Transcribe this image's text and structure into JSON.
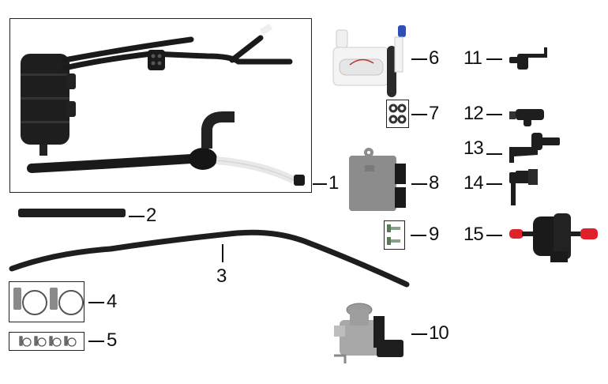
{
  "diagram": {
    "type": "exploded-parts-diagram",
    "subject": "fuel system components",
    "callouts": [
      {
        "id": "1",
        "label": "1",
        "part": "fuel vapor canister / hose assembly (boxed)"
      },
      {
        "id": "2",
        "label": "2",
        "part": "short hose"
      },
      {
        "id": "3",
        "label": "3",
        "part": "long fuel hose"
      },
      {
        "id": "4",
        "label": "4",
        "part": "hose clamp (large, x2)"
      },
      {
        "id": "5",
        "label": "5",
        "part": "hose clip (small, x4)"
      },
      {
        "id": "6",
        "label": "6",
        "part": "fuel pump assembly"
      },
      {
        "id": "7",
        "label": "7",
        "part": "o-rings (x4)"
      },
      {
        "id": "8",
        "label": "8",
        "part": "ECU"
      },
      {
        "id": "9",
        "label": "9",
        "part": "bolts (x2)"
      },
      {
        "id": "10",
        "label": "10",
        "part": "throttle body"
      },
      {
        "id": "11",
        "label": "11",
        "part": "hose connector (elbow)"
      },
      {
        "id": "12",
        "label": "12",
        "part": "fuel injector"
      },
      {
        "id": "13",
        "label": "13",
        "part": "injector connector"
      },
      {
        "id": "14",
        "label": "14",
        "part": "quick connector"
      },
      {
        "id": "15",
        "label": "15",
        "part": "fuel filter"
      }
    ]
  },
  "colors": {
    "rubber": "#1c1c1c",
    "metal": "#9a9a9a",
    "plastic_white": "#f2f2f2",
    "accent_blue": "#2f4fb8",
    "cap_red": "#e0202a",
    "line": "#111111"
  }
}
